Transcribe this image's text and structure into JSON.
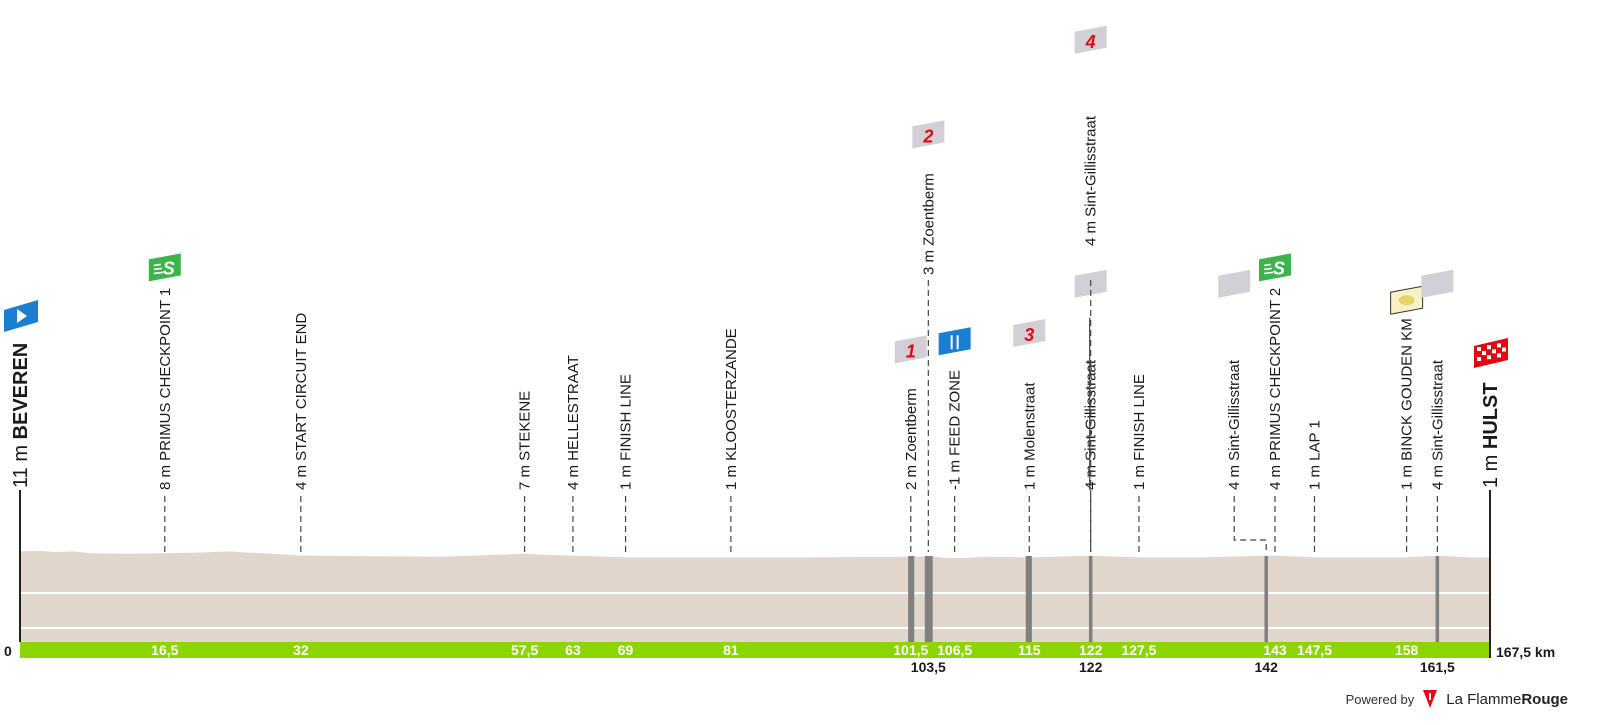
{
  "footer": {
    "powered_by": "Powered by",
    "brand_light": "La Flamme",
    "brand_bold": "Rouge"
  },
  "chart_data": {
    "type": "area",
    "title": "",
    "xlabel": "",
    "ylabel": "",
    "x_unit": "km",
    "xlim": [
      0,
      167.5
    ],
    "start": {
      "altitude": "11 m",
      "name": "BEVEREN",
      "km": "0"
    },
    "finish": {
      "altitude": "1 m",
      "name": "HULST",
      "km": "167,5 km"
    },
    "colors": {
      "profile_fill": "#e0d6cb",
      "km_bar": "#8cd500",
      "sprint": "#3cb44b",
      "feed": "#1a7fd0",
      "start_flag": "#1a7fd0",
      "cobbles": "#d2d0d6",
      "finish_flag": "#e30613",
      "cobble_band": "#808080"
    },
    "profile": [
      [
        0,
        11
      ],
      [
        2,
        12
      ],
      [
        4,
        10
      ],
      [
        6,
        11
      ],
      [
        8,
        8
      ],
      [
        12,
        7
      ],
      [
        16.5,
        8
      ],
      [
        20,
        9
      ],
      [
        24,
        11
      ],
      [
        26,
        9
      ],
      [
        30,
        6
      ],
      [
        32,
        4
      ],
      [
        40,
        3
      ],
      [
        48,
        2
      ],
      [
        57.5,
        7
      ],
      [
        60,
        5
      ],
      [
        63,
        4
      ],
      [
        69,
        1
      ],
      [
        75,
        1
      ],
      [
        81,
        1
      ],
      [
        90,
        1
      ],
      [
        101.5,
        2
      ],
      [
        103.5,
        3
      ],
      [
        106.5,
        -1
      ],
      [
        110,
        2
      ],
      [
        115,
        1
      ],
      [
        118,
        2
      ],
      [
        122,
        4
      ],
      [
        127.5,
        1
      ],
      [
        135,
        1
      ],
      [
        142,
        4
      ],
      [
        143,
        4
      ],
      [
        147.5,
        1
      ],
      [
        152,
        1
      ],
      [
        158,
        1
      ],
      [
        161.5,
        4
      ],
      [
        165,
        1
      ],
      [
        167.5,
        1
      ]
    ],
    "waypoints": [
      {
        "km": 16.5,
        "label": "8 m PRIMUS CHECKPOINT 1",
        "icon": "sprint-flag-icon",
        "km_label": "16,5",
        "km_below": ""
      },
      {
        "km": 32,
        "label": "4 m START CIRCUIT END",
        "icon": "",
        "km_label": "32",
        "km_below": ""
      },
      {
        "km": 57.5,
        "label": "7 m STEKENE",
        "icon": "",
        "km_label": "57,5",
        "km_below": ""
      },
      {
        "km": 63,
        "label": "4 m HELLESTRAAT",
        "icon": "",
        "km_label": "63",
        "km_below": ""
      },
      {
        "km": 69,
        "label": "1 m FINISH LINE",
        "icon": "",
        "km_label": "69",
        "km_below": ""
      },
      {
        "km": 81,
        "label": "1 m KLOOSTERZANDE",
        "icon": "",
        "km_label": "81",
        "km_below": ""
      },
      {
        "km": 101.5,
        "label": "2 m Zoentberm",
        "icon": "cobble-flag-icon",
        "flag_number": "1",
        "km_label": "101,5",
        "km_below": ""
      },
      {
        "km": 103.5,
        "label": "3 m Zoentberm",
        "icon": "cobble-flag-icon",
        "flag_number": "2",
        "km_label": "",
        "km_below": "103,5",
        "high": true
      },
      {
        "km": 106.5,
        "label": "-1 m FEED ZONE",
        "icon": "feed-zone-icon",
        "km_label": "106,5",
        "km_below": ""
      },
      {
        "km": 115,
        "label": "1 m Molenstraat",
        "icon": "cobble-flag-icon",
        "flag_number": "3",
        "km_label": "115",
        "km_below": ""
      },
      {
        "km": 122,
        "label": "4 m Sint-Gillisstraat",
        "icon": "cobble-flag-icon",
        "flag_number": "",
        "km_label": "122",
        "km_below": "",
        "strike": true
      },
      {
        "km": 122,
        "label": "4 m Sint-Gillisstraat",
        "icon": "cobble-flag-icon",
        "flag_number": "4",
        "km_label": "",
        "km_below": "122",
        "high": true
      },
      {
        "km": 127.5,
        "label": "1 m FINISH LINE",
        "icon": "",
        "km_label": "127,5",
        "km_below": ""
      },
      {
        "km": 142,
        "label": "4 m Sint-Gillisstraat",
        "icon": "cobble-flag-icon",
        "flag_number": "",
        "km_label": "",
        "km_below": "142",
        "offset_left": true
      },
      {
        "km": 143,
        "label": "4 m PRIMUS CHECKPOINT 2",
        "icon": "sprint-flag-icon",
        "km_label": "143",
        "km_below": ""
      },
      {
        "km": 147.5,
        "label": "1 m LAP 1",
        "icon": "",
        "km_label": "147,5",
        "km_below": ""
      },
      {
        "km": 158,
        "label": "1 m BINCK GOUDEN KM",
        "icon": "golden-km-icon",
        "km_label": "158",
        "km_below": ""
      },
      {
        "km": 161.5,
        "label": "4 m Sint-Gillisstraat",
        "icon": "cobble-flag-icon",
        "flag_number": "",
        "km_label": "",
        "km_below": "161,5"
      }
    ],
    "cobble_sectors": [
      {
        "from": 101.2,
        "to": 101.9
      },
      {
        "from": 103.1,
        "to": 104.0
      },
      {
        "from": 114.6,
        "to": 115.3
      },
      {
        "from": 121.8,
        "to": 122.2
      },
      {
        "from": 141.8,
        "to": 142.2
      },
      {
        "from": 161.3,
        "to": 161.7
      }
    ]
  }
}
